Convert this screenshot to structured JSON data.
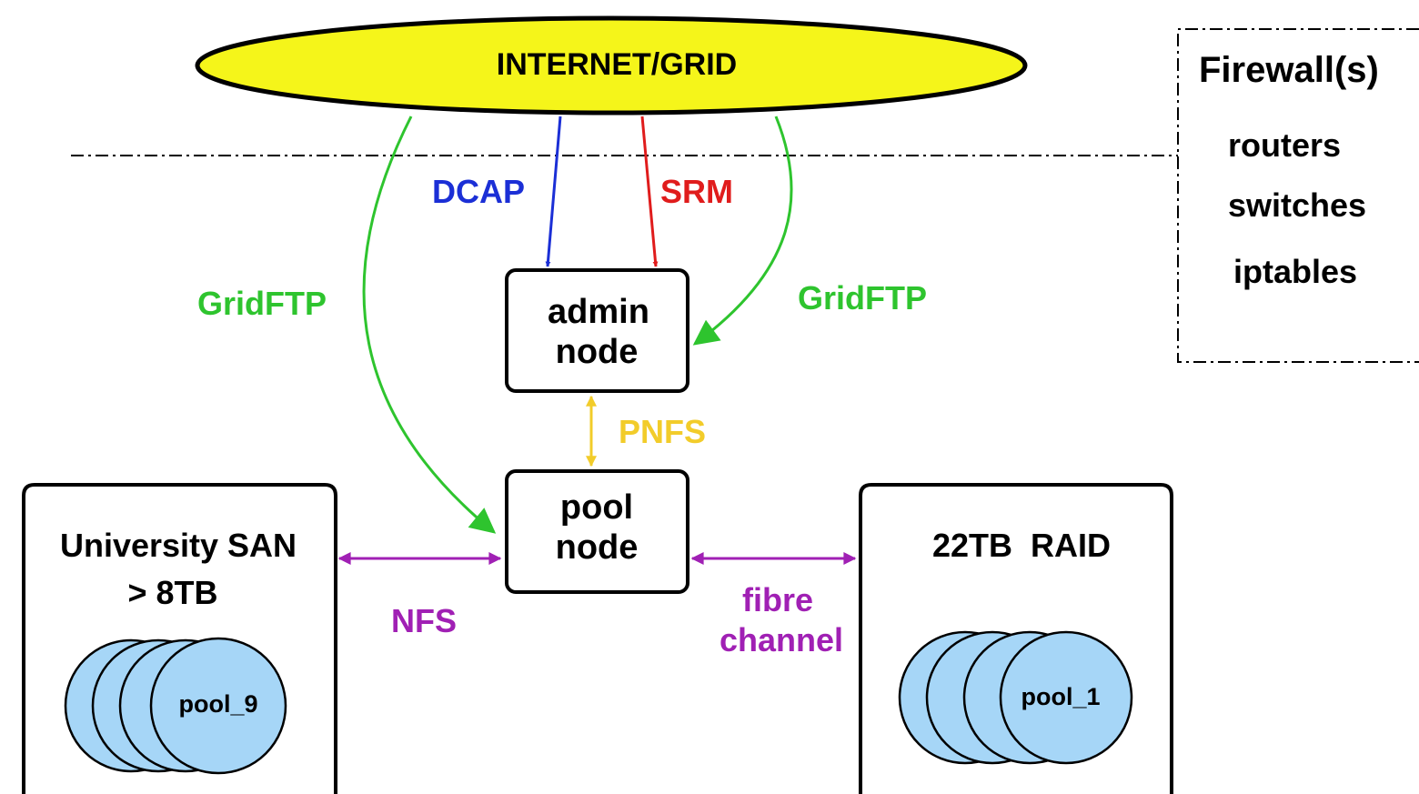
{
  "internet": {
    "label": "INTERNET/GRID"
  },
  "firewall": {
    "title": "Firewall(s)",
    "items": [
      "routers",
      "switches",
      "iptables"
    ]
  },
  "admin_node": {
    "line1": "admin",
    "line2": "node"
  },
  "pool_node": {
    "line1": "pool",
    "line2": "node"
  },
  "san": {
    "line1": "University SAN",
    "line2": "> 8TB",
    "pool_label": "pool_9"
  },
  "raid": {
    "line1": "22TB  RAID",
    "pool_label": "pool_1"
  },
  "protocols": {
    "dcap": "DCAP",
    "srm": "SRM",
    "gridftp_left": "GridFTP",
    "gridftp_right": "GridFTP",
    "pnfs": "PNFS",
    "nfs": "NFS",
    "fibre_line1": "fibre",
    "fibre_line2": "channel"
  },
  "colors": {
    "ellipse_fill": "#f5f51a",
    "dcap": "#1b2fd6",
    "srm": "#e01c1c",
    "gridftp": "#2ec42e",
    "pnfs": "#f2cc2a",
    "nfs_fibre": "#a020b4",
    "disk_fill": "#a6d6f7"
  }
}
